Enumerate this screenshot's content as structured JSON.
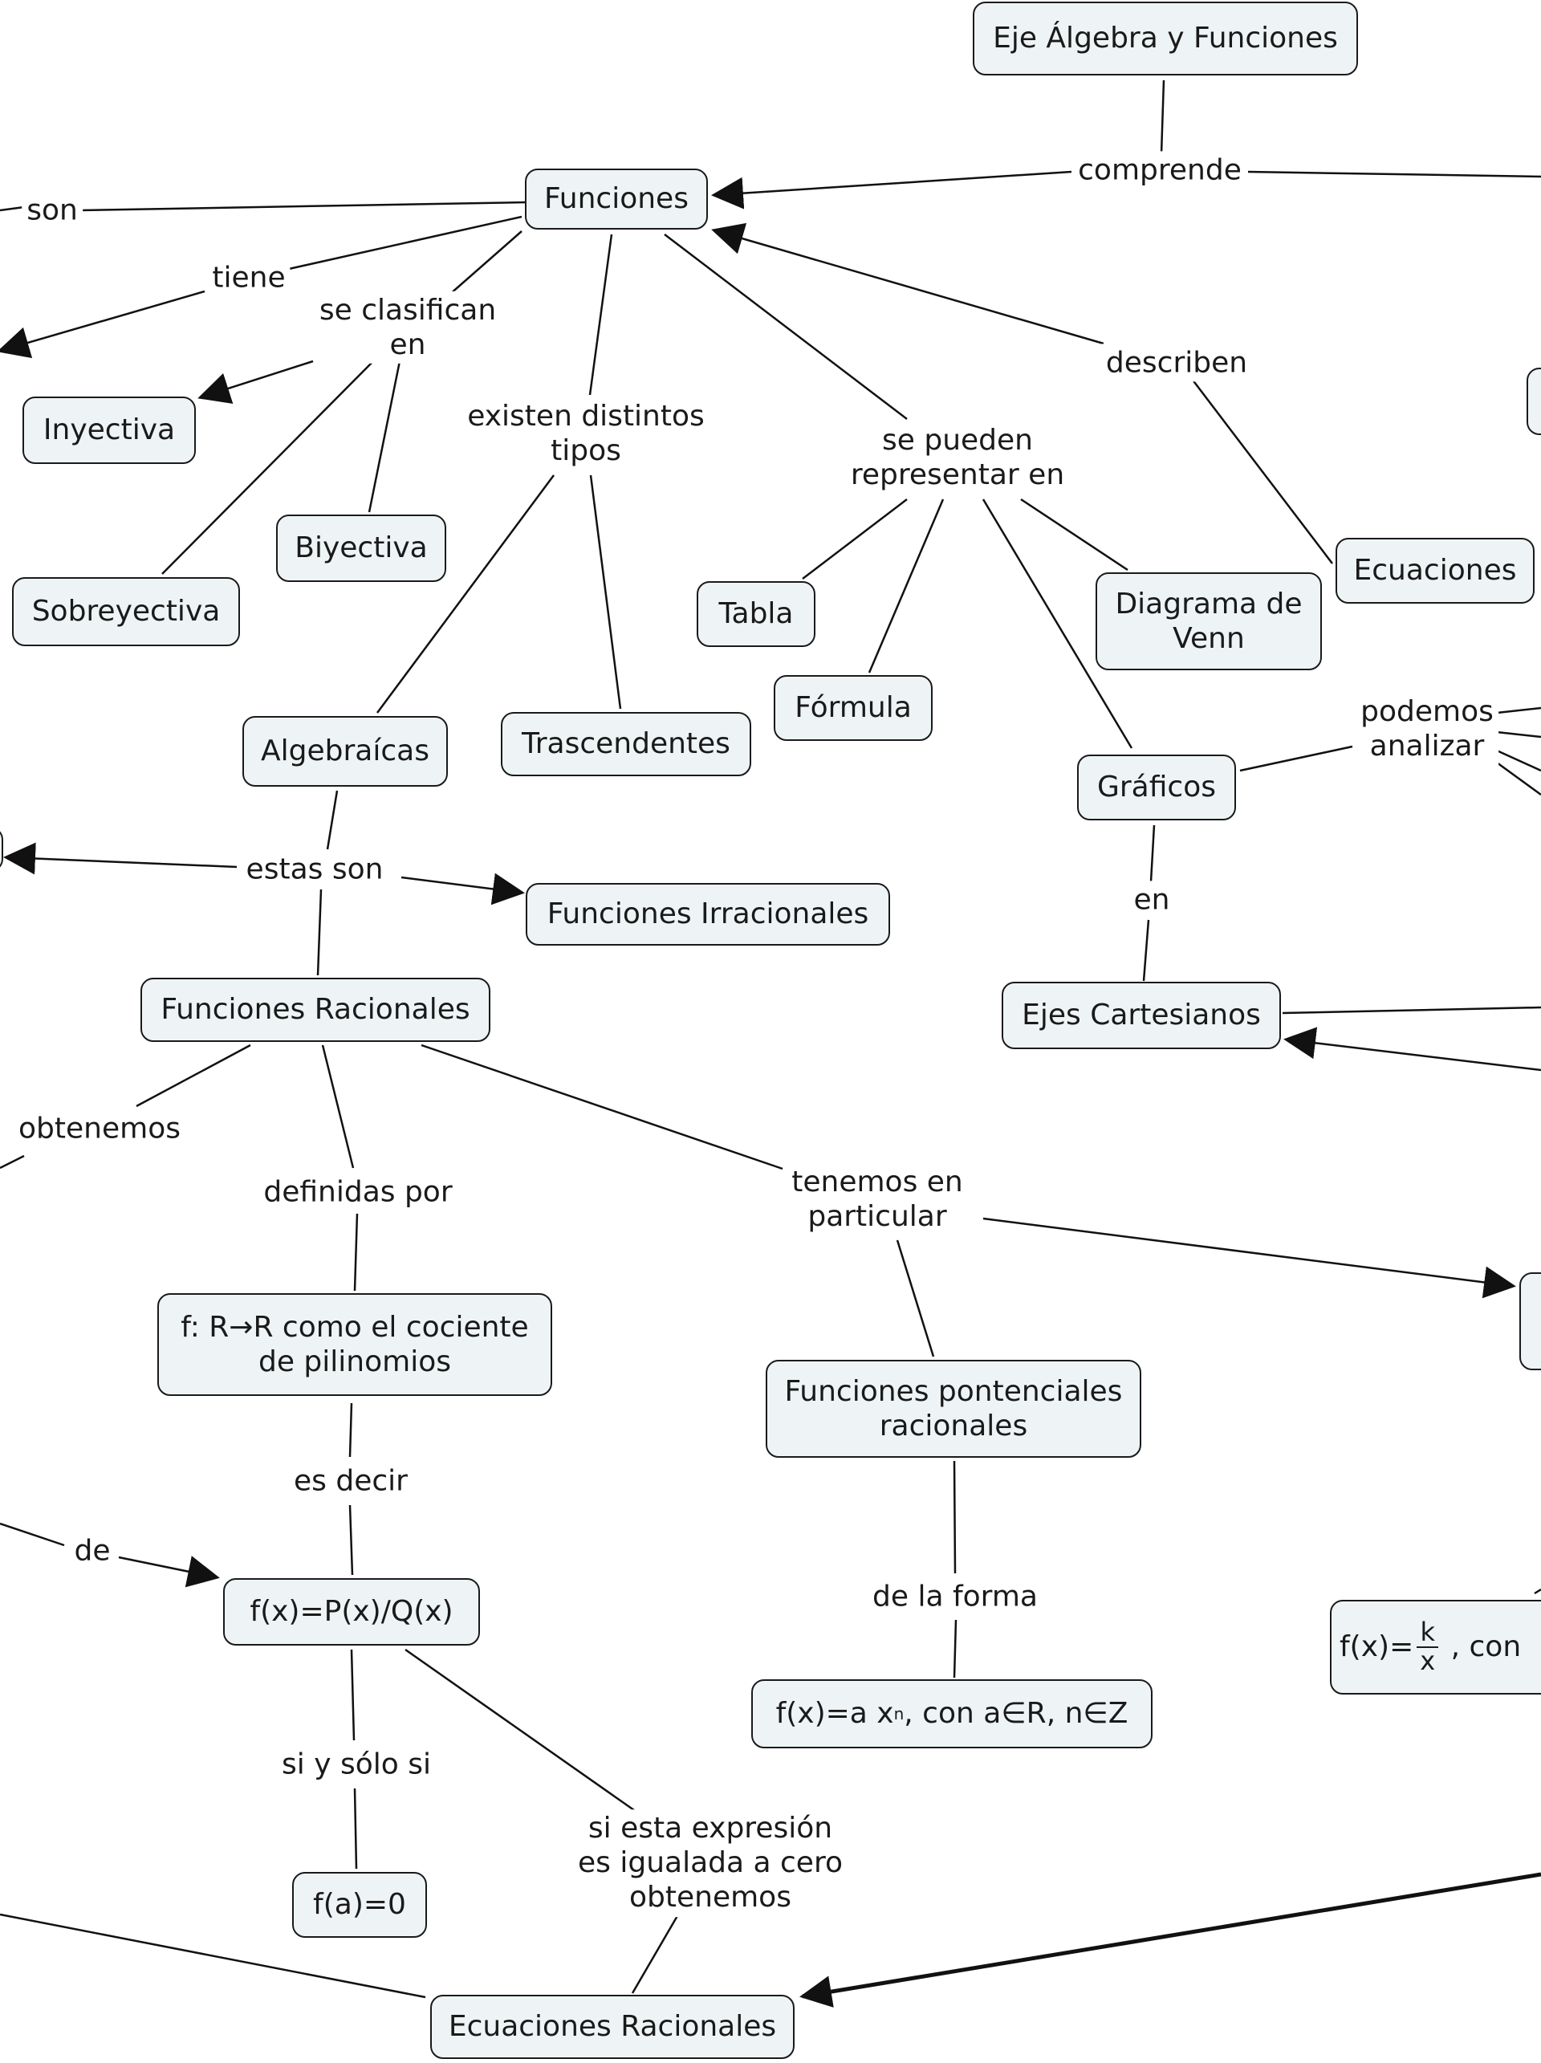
{
  "nodes": {
    "eje": "Eje Álgebra y Funciones",
    "funciones": "Funciones",
    "inyectiva": "Inyectiva",
    "biyectiva": "Biyectiva",
    "sobreyectiva": "Sobreyectiva",
    "algebraicas": "Algebraícas",
    "trascendentes": "Trascendentes",
    "tabla": "Tabla",
    "formula": "Fórmula",
    "diagrama_venn": "Diagrama de\nVenn",
    "graficos": "Gráficos",
    "ecuaciones": "Ecuaciones",
    "funciones_irracionales": "Funciones Irracionales",
    "funciones_racionales": "Funciones Racionales",
    "ejes_cartesianos": "Ejes Cartesianos",
    "cociente": "f: R→R como el cociente\nde pilinomios",
    "potenciales": "Funciones pontenciales\nracionales",
    "fx_pq": "f(x)=P(x)/Q(x)",
    "fx_axn_pre": "f(x)=a x",
    "fx_axn_sup": "n",
    "fx_axn_post": ", con a∈R, n∈Z",
    "fa0": "f(a)=0",
    "ecuaciones_racionales": "Ecuaciones Racionales",
    "fx_kx_pre": "f(x)=",
    "fx_kx_num": "k",
    "fx_kx_den": "x",
    "fx_kx_post": " , con"
  },
  "links": {
    "comprende": "comprende",
    "son": "son",
    "tiene": "tiene",
    "se_clasifican": "se clasifican\nen",
    "existen": "existen distintos\ntipos",
    "se_pueden": "se pueden\nrepresentar en",
    "describen": "describen",
    "podemos": "podemos\nanalizar",
    "en": "en",
    "estas_son": "estas son",
    "obtenemos": "obtenemos",
    "definidas_por": "definidas por",
    "tenemos": "tenemos en\nparticular",
    "es_decir": "es decir",
    "de_la_forma": "de la forma",
    "de": "de",
    "si_y_solo_si": "si y sólo si",
    "si_esta": "si esta expresión\nes igualada a cero\nobtenemos"
  }
}
